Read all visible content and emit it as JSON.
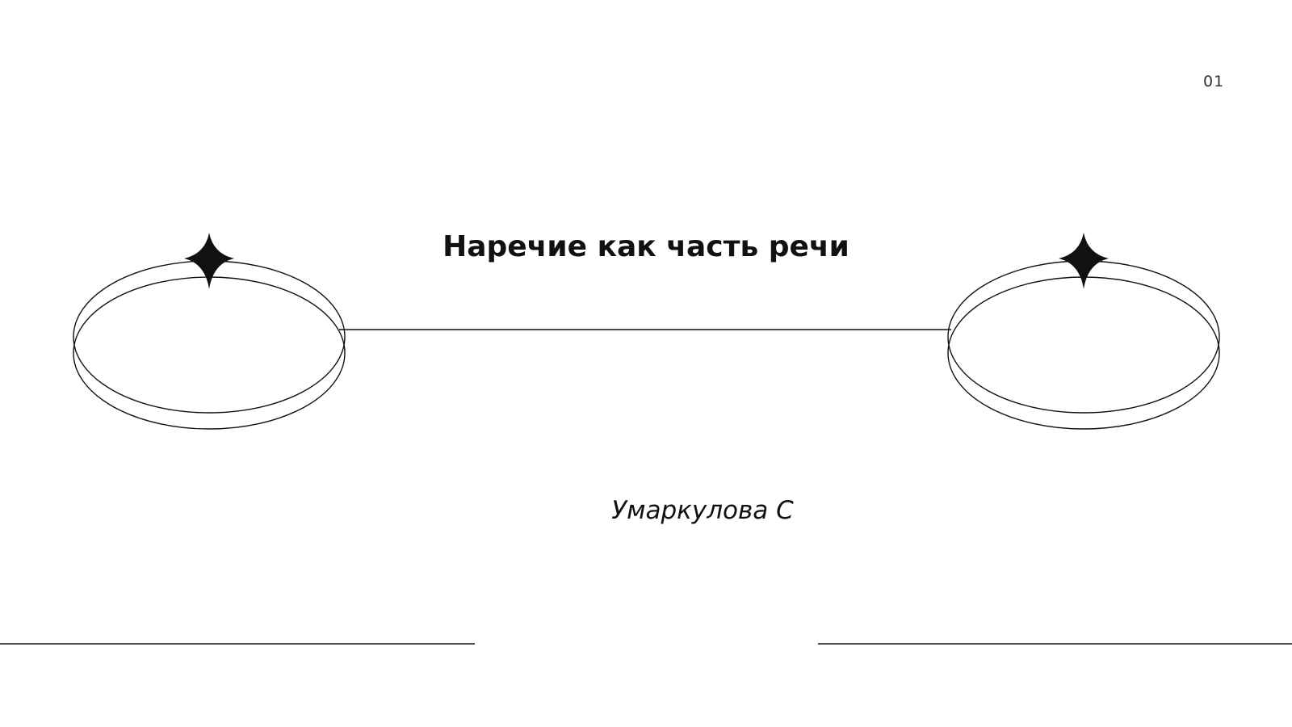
{
  "slide": {
    "page_number": "01",
    "title": "Наречие как часть речи",
    "author": "Умаркулова С"
  },
  "decorations": {
    "left_ring_icon": "ring-icon",
    "right_ring_icon": "ring-icon",
    "sparkle_icon": "four-point-star-icon",
    "line_color": "#111111"
  }
}
